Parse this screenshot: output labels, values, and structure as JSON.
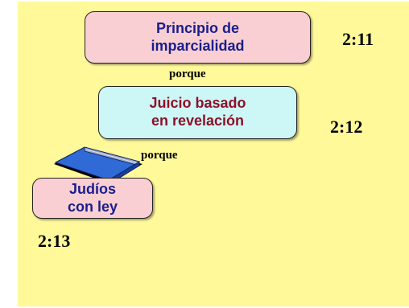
{
  "boxes": {
    "impartiality": "Principio de\nimparcialidad",
    "revelation": "Juicio basado\nen revelación",
    "jews": "Judíos\ncon ley"
  },
  "references": {
    "ref_1": "2:11",
    "ref_2": "2:12",
    "ref_3": "2:13"
  },
  "connectors": {
    "because_1": "porque",
    "because_2": "porque"
  },
  "icons": {
    "law_book": "book-icon"
  },
  "colors": {
    "background": "#fff99a",
    "pink_box": "#f9cfd3",
    "cyan_box": "#cdf7f6",
    "blue_text": "#1a1e8c",
    "red_text": "#8e1029",
    "book_blue": "#2f6ad6"
  }
}
